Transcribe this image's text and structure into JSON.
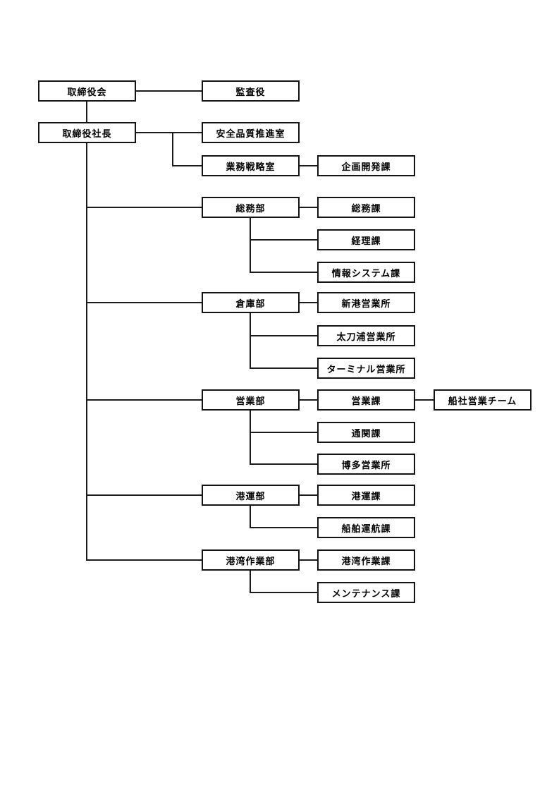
{
  "page": {
    "background_color": "#ffffff",
    "line_color": "#1c1c1c",
    "box_border_color": "#141414",
    "box_fill_color": "#ffffff",
    "text_color": "#000000"
  },
  "org_chart": {
    "type": "organization-chart",
    "nodes": [
      {
        "id": "board-of-directors",
        "label": "取締役会",
        "parent": null
      },
      {
        "id": "auditor",
        "label": "監査役",
        "parent": "board-of-directors"
      },
      {
        "id": "president",
        "label": "取締役社長",
        "parent": "board-of-directors"
      },
      {
        "id": "safety-quality-promotion-office",
        "label": "安全品質推進室",
        "parent": "president"
      },
      {
        "id": "business-strategy-office",
        "label": "業務戦略室",
        "parent": "president"
      },
      {
        "id": "planning-development-section",
        "label": "企画開発課",
        "parent": "business-strategy-office"
      },
      {
        "id": "general-affairs-dept",
        "label": "総務部",
        "parent": "president"
      },
      {
        "id": "general-affairs-section",
        "label": "総務課",
        "parent": "general-affairs-dept"
      },
      {
        "id": "accounting-section",
        "label": "経理課",
        "parent": "general-affairs-dept"
      },
      {
        "id": "information-systems-section",
        "label": "情報システム課",
        "parent": "general-affairs-dept"
      },
      {
        "id": "warehouse-dept",
        "label": "倉庫部",
        "parent": "president"
      },
      {
        "id": "shinko-sales-office",
        "label": "新港営業所",
        "parent": "warehouse-dept"
      },
      {
        "id": "tachinoura-sales-office",
        "label": "太刀浦営業所",
        "parent": "warehouse-dept"
      },
      {
        "id": "terminal-sales-office",
        "label": "ターミナル営業所",
        "parent": "warehouse-dept"
      },
      {
        "id": "sales-dept",
        "label": "営業部",
        "parent": "president"
      },
      {
        "id": "sales-section",
        "label": "営業課",
        "parent": "sales-dept"
      },
      {
        "id": "shipping-line-sales-team",
        "label": "船社営業チーム",
        "parent": "sales-section"
      },
      {
        "id": "customs-clearance-section",
        "label": "通関課",
        "parent": "sales-dept"
      },
      {
        "id": "hakata-sales-office",
        "label": "博多営業所",
        "parent": "sales-dept"
      },
      {
        "id": "port-transport-dept",
        "label": "港運部",
        "parent": "president"
      },
      {
        "id": "port-transport-section",
        "label": "港運課",
        "parent": "port-transport-dept"
      },
      {
        "id": "vessel-operation-section",
        "label": "船舶運航課",
        "parent": "port-transport-dept"
      },
      {
        "id": "port-works-dept",
        "label": "港湾作業部",
        "parent": "president"
      },
      {
        "id": "port-works-section",
        "label": "港湾作業課",
        "parent": "port-works-dept"
      },
      {
        "id": "maintenance-section",
        "label": "メンテナンス課",
        "parent": "port-works-dept"
      }
    ]
  }
}
